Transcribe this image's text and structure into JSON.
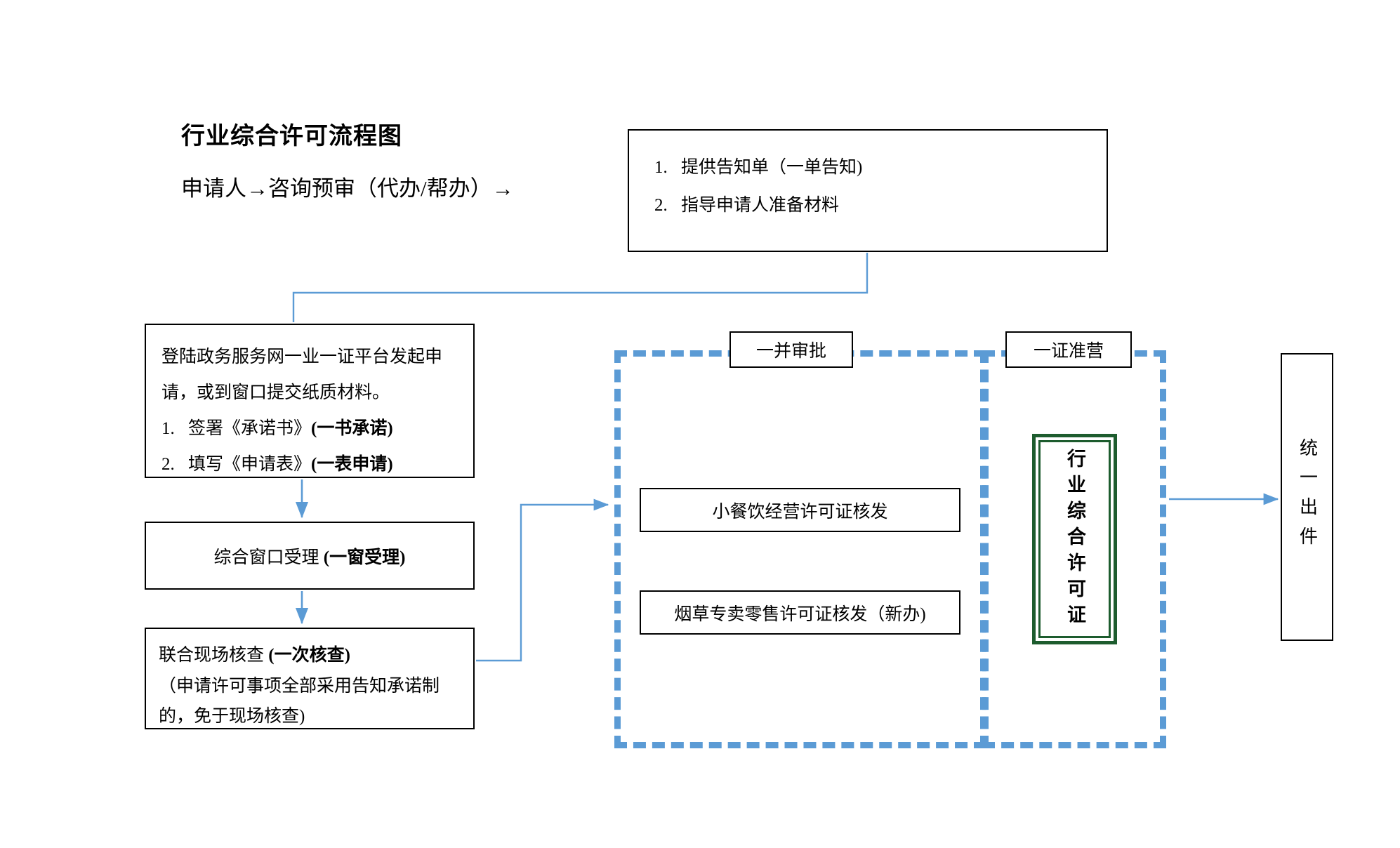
{
  "title": "行业综合许可流程图",
  "subtitle": "申请人→咨询预审（代办/帮办）→",
  "notice_box": {
    "items": [
      {
        "num": "1.",
        "text": "提供告知单（一单告知)"
      },
      {
        "num": "2.",
        "text": "指导申请人准备材料"
      }
    ]
  },
  "apply_box": {
    "intro_line_1": "登陆政务服务网一业一证平台发起申",
    "intro_line_2": "请，或到窗口提交纸质材料。",
    "items": [
      {
        "num": "1.",
        "normal": "签署《承诺书》",
        "bold": "(一书承诺)"
      },
      {
        "num": "2.",
        "normal": "填写《申请表》",
        "bold": "(一表申请)"
      }
    ]
  },
  "window_box": {
    "normal": "综合窗口受理 ",
    "bold": "(一窗受理)"
  },
  "inspect_box": {
    "line_1_normal": "联合现场核查 ",
    "line_1_bold": "(一次核查)",
    "line_2": "（申请许可事项全部采用告知承诺制的，免于现场核查)"
  },
  "section_labels": {
    "joint_approval": "一并审批",
    "one_license": "一证准营"
  },
  "permit_boxes": [
    "小餐饮经营许可证核发",
    "烟草专卖零售许可证核发（新办)"
  ],
  "certificate": {
    "text": "行业综合许可证"
  },
  "output_box": {
    "text": "统一出件"
  },
  "colors": {
    "connector_blue": "#5b9bd5",
    "dashed_blue": "#5b9bd5",
    "certificate_green": "#1d5c2e",
    "box_border": "#000000"
  }
}
